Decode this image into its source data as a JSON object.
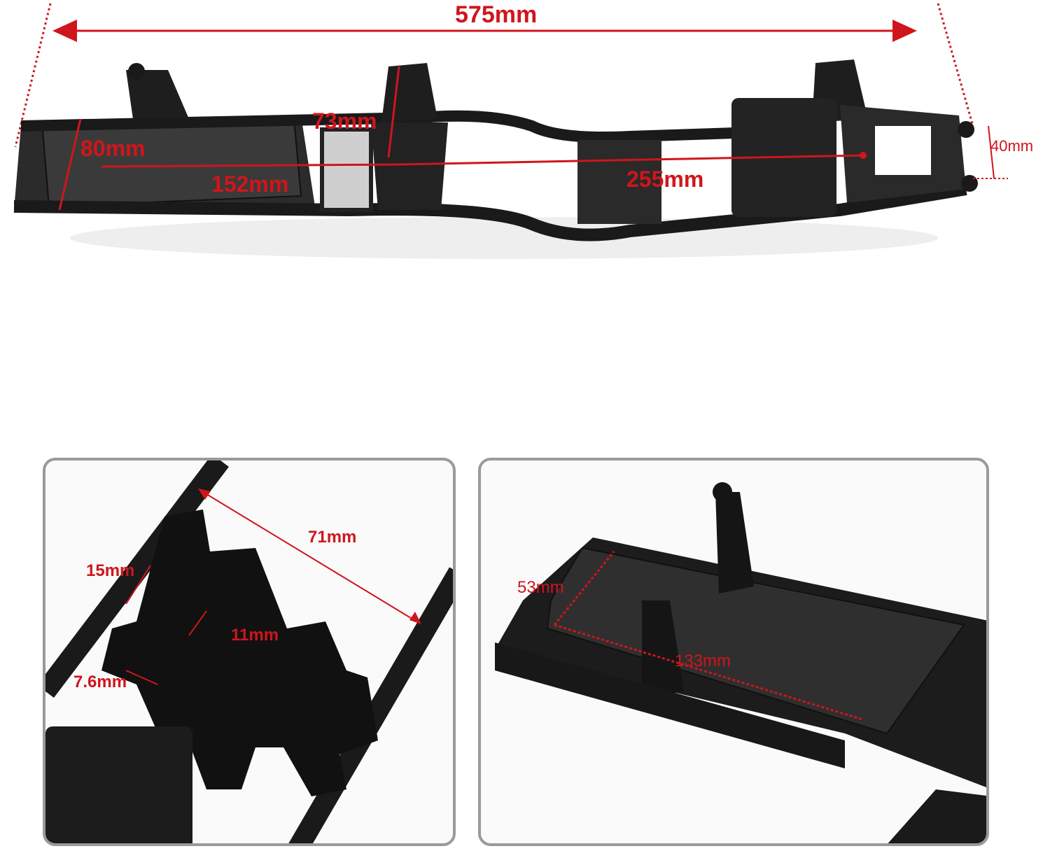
{
  "product": "RC crawler chassis frame",
  "main_view": {
    "dimensions": {
      "overall_length": "575mm",
      "front_plate_width": "80mm",
      "shock_mount_height": "73mm",
      "front_offset": "152mm",
      "wheelbase_section": "255mm",
      "rear_height": "40mm"
    }
  },
  "detail_left": {
    "dimensions": {
      "frame_width": "71mm",
      "slot_a": "15mm",
      "slot_b": "11mm",
      "tab": "7.6mm"
    }
  },
  "detail_right": {
    "dimensions": {
      "plate_width": "53mm",
      "plate_length": "133mm"
    }
  },
  "colors": {
    "annotation": "#d0151c",
    "frame": "#1a1a1a",
    "panel_border": "#9a9a9a",
    "background": "#ffffff"
  }
}
